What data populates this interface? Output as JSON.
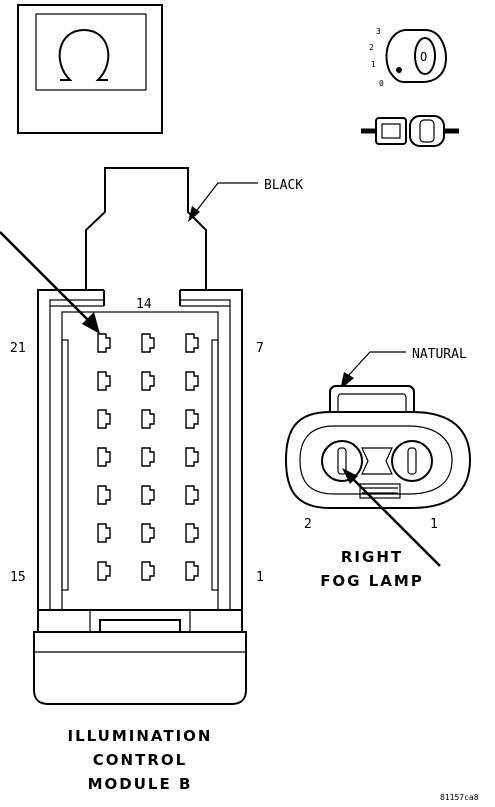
{
  "labels": {
    "black": "BLACK",
    "natural": "NATURAL",
    "cavity_14": "14",
    "cavity_21": "21",
    "cavity_7": "7",
    "cavity_15": "15",
    "cavity_1_left": "1",
    "pin_2": "2",
    "pin_1": "1",
    "right_fog_lamp_line1": "RIGHT",
    "right_fog_lamp_line2": "FOG LAMP",
    "module_line1": "ILLUMINATION",
    "module_line2": "CONTROL",
    "module_line3": "MODULE B",
    "figure_id": "81157ca8"
  },
  "ignition_switch": {
    "positions": [
      "3",
      "2",
      "1",
      "0"
    ],
    "key_letter": "O"
  }
}
